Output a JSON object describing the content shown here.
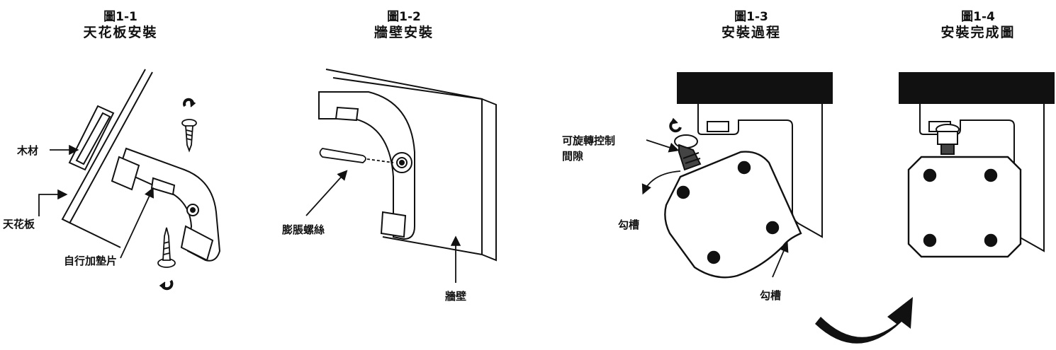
{
  "panels": [
    {
      "number": "圖1-1",
      "title": "天花板安裝"
    },
    {
      "number": "圖1-2",
      "title": "牆壁安裝"
    },
    {
      "number": "圖1-3",
      "title": "安裝過程"
    },
    {
      "number": "圖1-4",
      "title": "安裝完成圖"
    }
  ],
  "labels": {
    "wood": "木材",
    "ceiling": "天花板",
    "spacer": "自行加墊片",
    "anchor": "膨脹螺絲",
    "wall": "牆壁",
    "gap_line1": "可旋轉控制",
    "gap_line2": "間隙",
    "hook_slot": "勾槽",
    "hook_slot_bottom": "勾槽"
  },
  "colors": {
    "ink": "#111111",
    "background": "#ffffff"
  },
  "icons": [
    "rotate-arrow-icon",
    "screw-icon",
    "curved-arrow-icon"
  ]
}
